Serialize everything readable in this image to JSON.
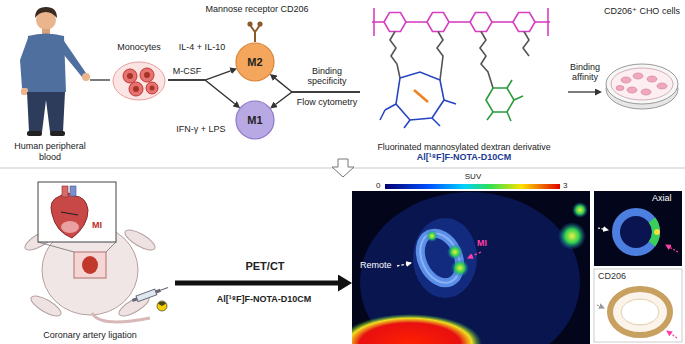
{
  "diagram": {
    "nodes": [
      {
        "text": [
          "Human peripheral blood"
        ]
      },
      {
        "text": [
          "Monocytes"
        ]
      },
      {
        "text": [
          "M2"
        ]
      },
      {
        "text": [
          "M1"
        ]
      },
      {
        "text": [
          "Fluorinated mannosylated dextran derivative",
          "Al[¹⁸F]F-NOTA-D10CM"
        ]
      },
      {
        "text": [
          "CD206⁺ CHO cells"
        ]
      },
      {
        "text": [
          "Coronary artery ligation"
        ]
      },
      {
        "text": [
          "MI"
        ],
        "in": 6
      },
      {
        "text": [
          "Remote",
          "MI"
        ]
      },
      {
        "text": [
          "Axial"
        ]
      },
      {
        "text": [
          "CD206"
        ]
      }
    ],
    "edges": [
      {
        "from": 0,
        "to": 1,
        "arrow": "none"
      },
      {
        "from": 1,
        "to": 2,
        "label": "IL-4 + IL-10",
        "arrow": "to"
      },
      {
        "from": 1,
        "to": 3,
        "label": "IFN-γ + LPS",
        "arrow": "to"
      },
      {
        "from": 4,
        "to": 2,
        "label": "Binding specificity",
        "arrow": "to"
      },
      {
        "from": 4,
        "to": 3,
        "arrow": "to"
      },
      {
        "from": 4,
        "to": 5,
        "label": "Binding affinity",
        "arrow": "to"
      },
      {
        "from": 6,
        "to": 8,
        "label": "PET/CT",
        "arrow": "to"
      }
    ],
    "labels": [
      "Mannose receptor CD206",
      "M-CSF",
      "Flow cytometry",
      "Al[¹⁸F]F-NOTA-D10CM",
      "0",
      "SUV",
      "3"
    ]
  }
}
